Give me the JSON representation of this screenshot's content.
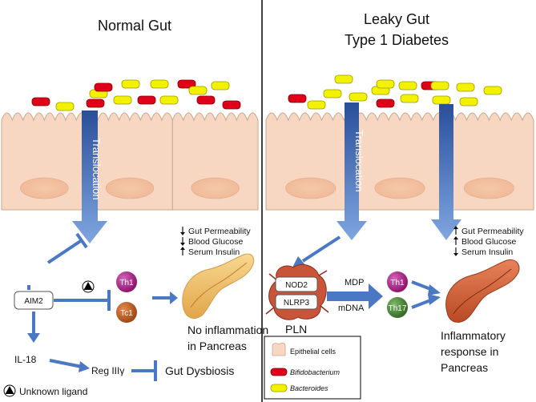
{
  "left": {
    "title": "Normal Gut",
    "arrow_label": "Translocation",
    "indicators": [
      {
        "dir": "down",
        "label": "Gut Permeability"
      },
      {
        "dir": "down",
        "label": "Blood Glucose"
      },
      {
        "dir": "up",
        "label": "Serum Insulin"
      }
    ],
    "aim2": "AIM2",
    "th1": "Th1",
    "tc1": "Tc1",
    "outcome_line1": "No inflammation",
    "outcome_line2": "in Pancreas",
    "il18": "IL-18",
    "reg": "Reg IIIγ",
    "dysbiosis": "Gut Dysbiosis",
    "unknown_ligand": "Unknown ligand"
  },
  "right": {
    "title_line1": "Leaky Gut",
    "title_line2": "Type 1 Diabetes",
    "arrow_label": "Translocation",
    "indicators": [
      {
        "dir": "up",
        "label": "Gut Permeability"
      },
      {
        "dir": "up",
        "label": "Blood Glucose"
      },
      {
        "dir": "down",
        "label": "Serum Insulin"
      }
    ],
    "nod2": "NOD2",
    "nlrp3": "NLRP3",
    "pln": "PLN",
    "mdp": "MDP",
    "mdna": "mDNA",
    "th1": "Th1",
    "th17": "Th17",
    "outcome_line1": "Inflammatory",
    "outcome_line2": "response in",
    "outcome_line3": "Pancreas"
  },
  "legend": {
    "epithelial": "Epithelial cells",
    "bifido": "Bifidobacterium",
    "bacteroides": "Bacteroides"
  },
  "colors": {
    "bifido": "#e0001a",
    "bacteroides": "#f2f200",
    "epithelium": "#f8d7c2",
    "arrow": "#4a78c4",
    "th1": "#a4127e",
    "tc1": "#b5541a",
    "th17": "#3d7a2c"
  }
}
